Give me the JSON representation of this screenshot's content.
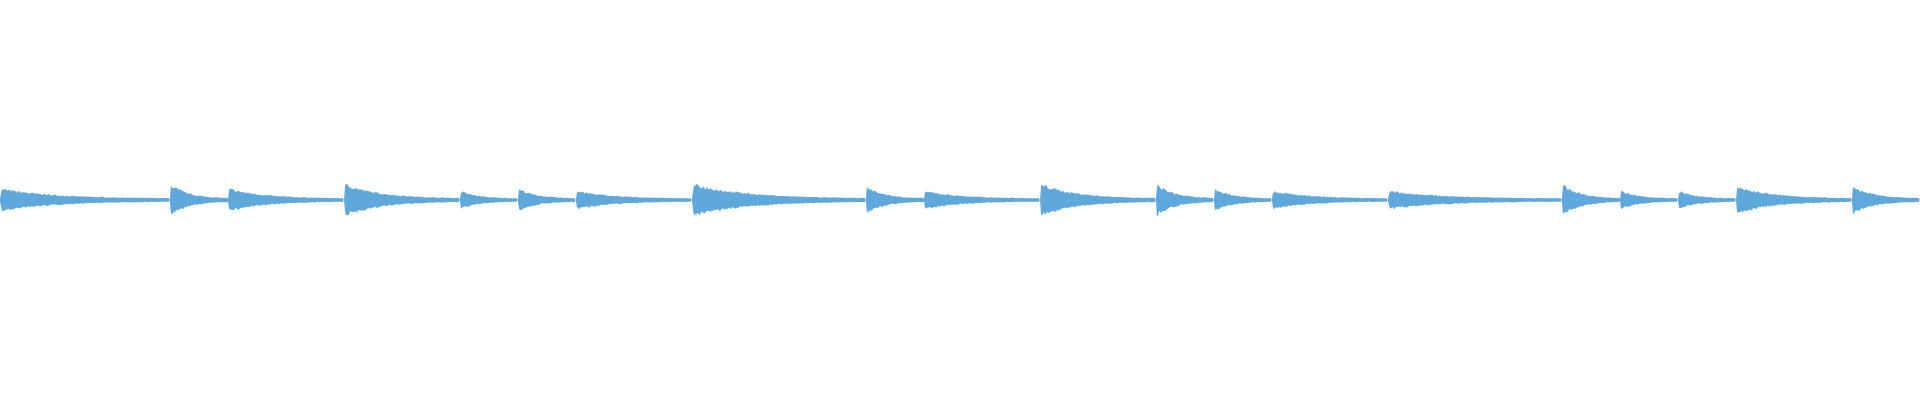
{
  "waveform": {
    "color": "#5fa8dc",
    "baseline_amplitude": 0.004,
    "segments": [
      {
        "start": 0.0,
        "end": 0.0885,
        "peak": 0.0312
      },
      {
        "start": 0.0885,
        "end": 0.1188,
        "peak": 0.0437
      },
      {
        "start": 0.1188,
        "end": 0.1792,
        "peak": 0.0312
      },
      {
        "start": 0.1792,
        "end": 0.2396,
        "peak": 0.0437
      },
      {
        "start": 0.2396,
        "end": 0.2698,
        "peak": 0.025
      },
      {
        "start": 0.2698,
        "end": 0.3,
        "peak": 0.0312
      },
      {
        "start": 0.3,
        "end": 0.3604,
        "peak": 0.025
      },
      {
        "start": 0.3604,
        "end": 0.451,
        "peak": 0.0437
      },
      {
        "start": 0.451,
        "end": 0.4813,
        "peak": 0.0375
      },
      {
        "start": 0.4813,
        "end": 0.5417,
        "peak": 0.025
      },
      {
        "start": 0.5417,
        "end": 0.6021,
        "peak": 0.0437
      },
      {
        "start": 0.6021,
        "end": 0.6323,
        "peak": 0.0437
      },
      {
        "start": 0.6323,
        "end": 0.6625,
        "peak": 0.0312
      },
      {
        "start": 0.6625,
        "end": 0.7229,
        "peak": 0.025
      },
      {
        "start": 0.7229,
        "end": 0.8135,
        "peak": 0.025
      },
      {
        "start": 0.8135,
        "end": 0.8438,
        "peak": 0.0437
      },
      {
        "start": 0.8438,
        "end": 0.874,
        "peak": 0.025
      },
      {
        "start": 0.874,
        "end": 0.9042,
        "peak": 0.025
      },
      {
        "start": 0.9042,
        "end": 0.9646,
        "peak": 0.0375
      },
      {
        "start": 0.9646,
        "end": 1.0,
        "peak": 0.0375
      }
    ]
  }
}
